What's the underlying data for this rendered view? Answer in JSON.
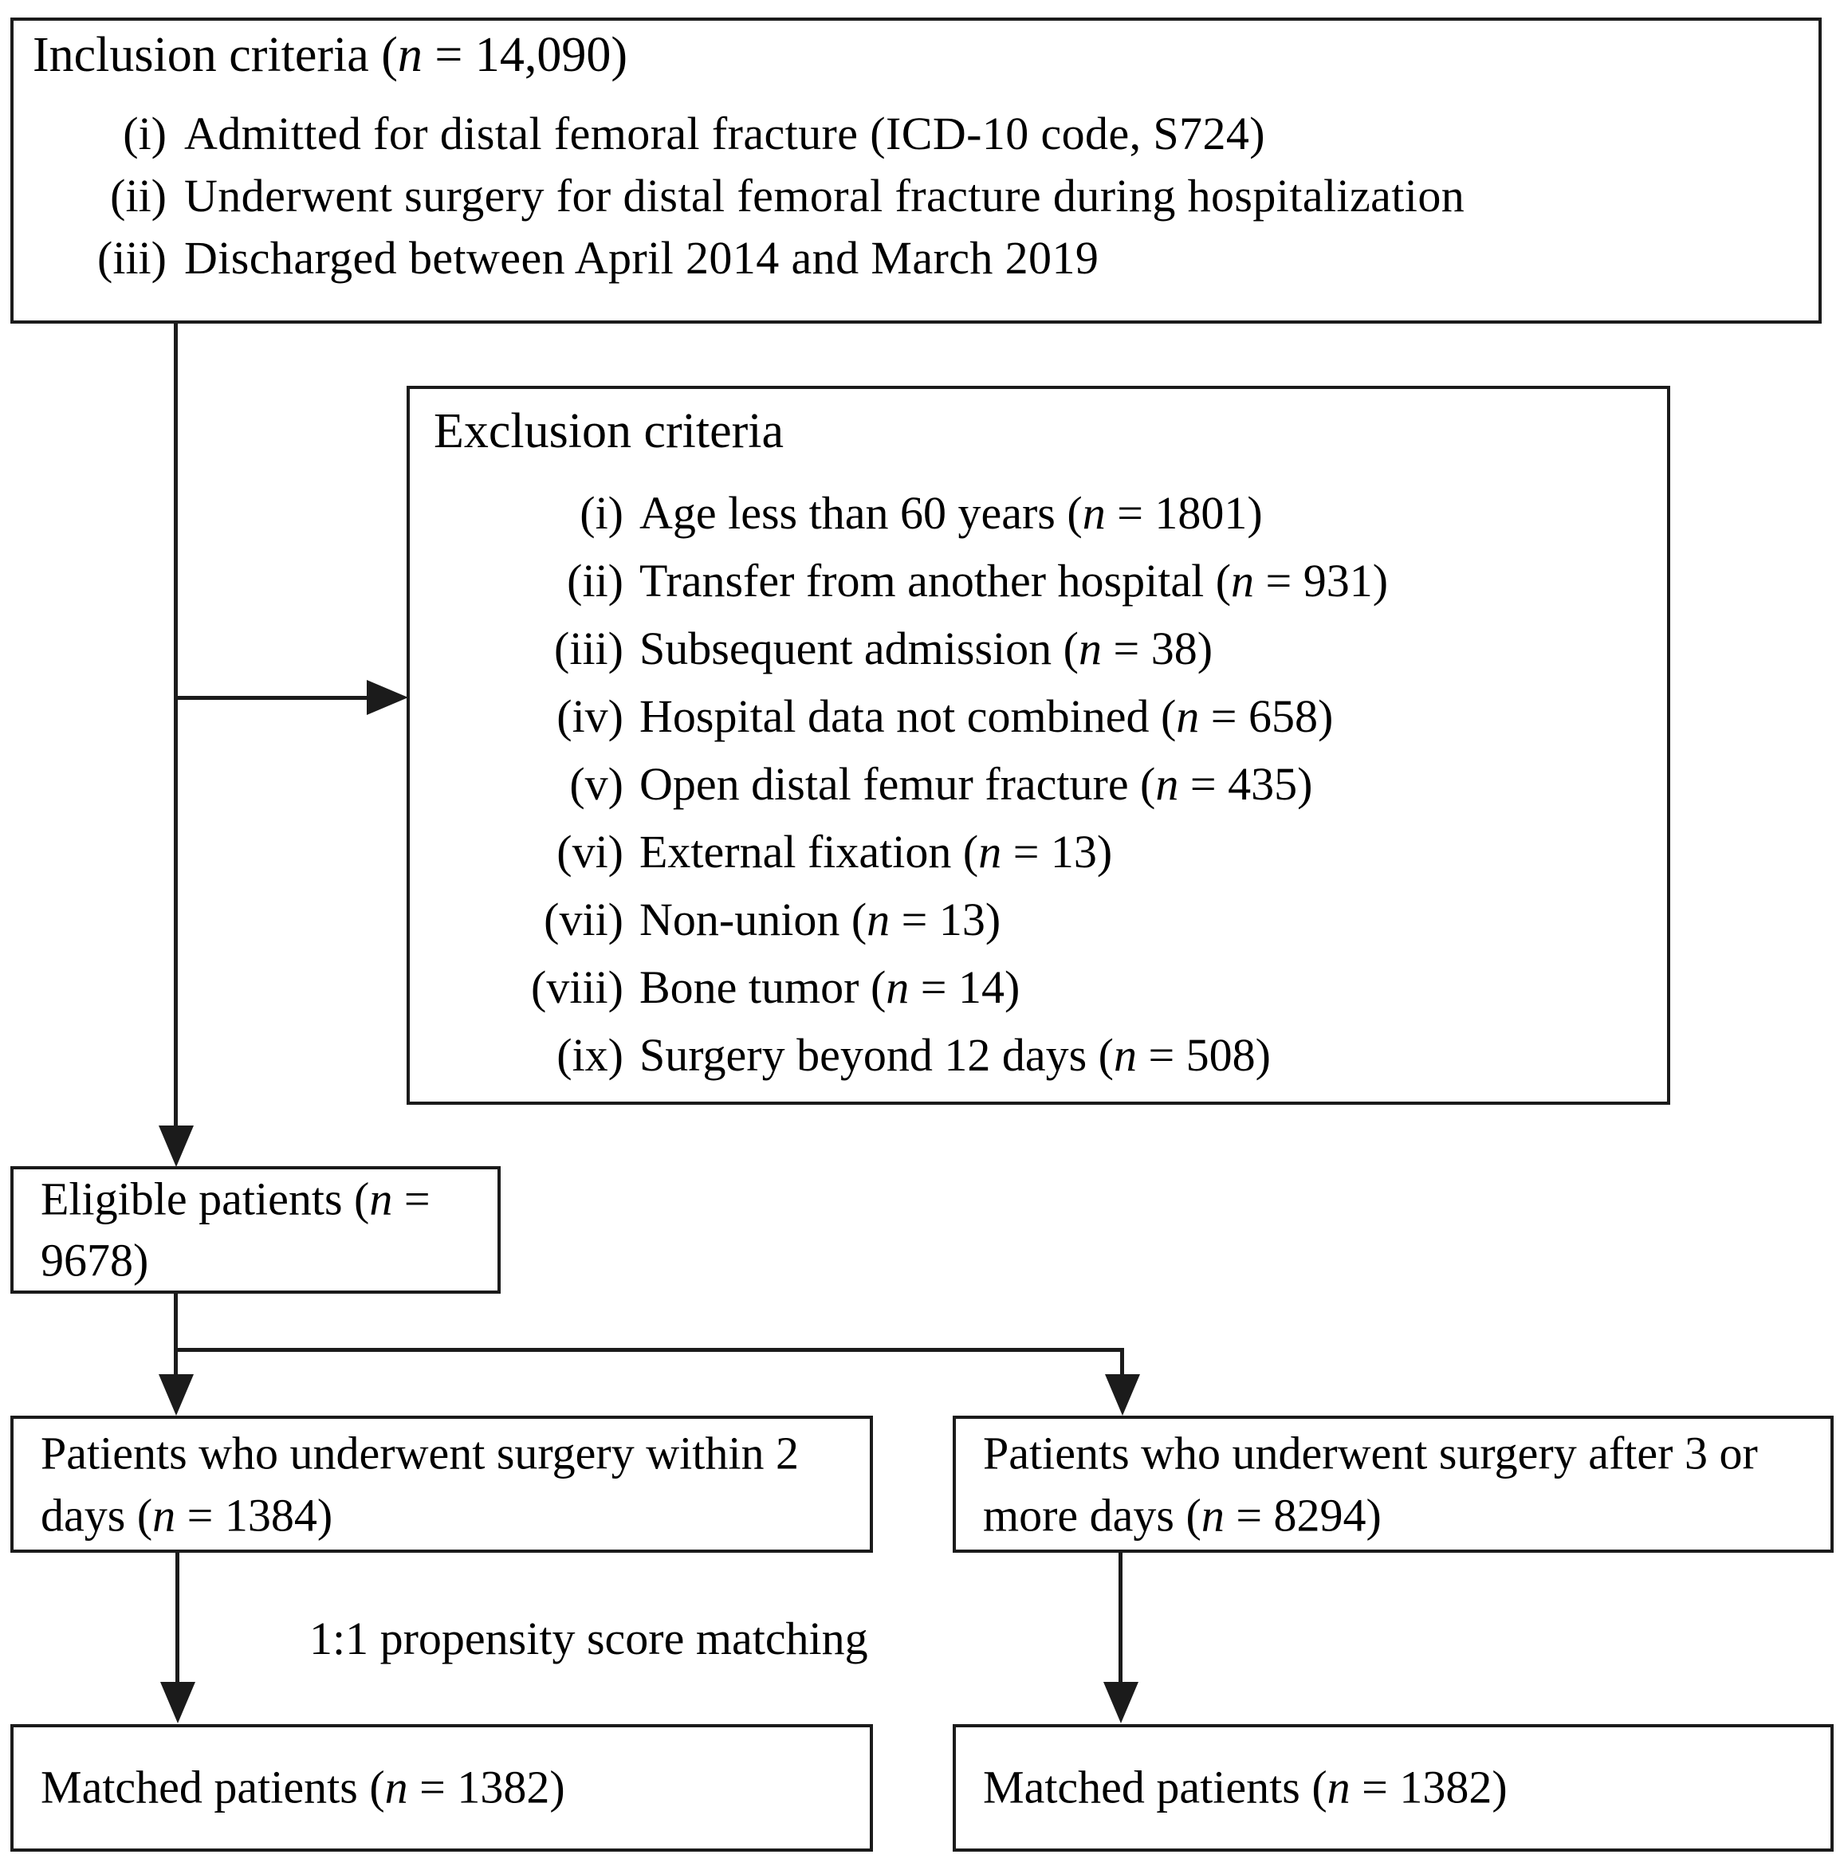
{
  "flowchart": {
    "type": "participant-flow-diagram",
    "inclusion": {
      "title": "Inclusion criteria (n = 14,090)",
      "n": 14090,
      "items": [
        {
          "num": "(i)",
          "text": "Admitted for distal femoral fracture (ICD-10 code, S724)"
        },
        {
          "num": "(ii)",
          "text": "Underwent surgery for distal femoral fracture during hospitalization"
        },
        {
          "num": "(iii)",
          "text": "Discharged between April 2014 and March 2019"
        }
      ]
    },
    "exclusion": {
      "title": "Exclusion criteria",
      "items": [
        {
          "num": "(i)",
          "text": "Age less than 60 years (n = 1801)",
          "n": 1801
        },
        {
          "num": "(ii)",
          "text": "Transfer from another hospital (n = 931)",
          "n": 931
        },
        {
          "num": "(iii)",
          "text": "Subsequent admission (n = 38)",
          "n": 38
        },
        {
          "num": "(iv)",
          "text": "Hospital data not combined (n = 658)",
          "n": 658
        },
        {
          "num": "(v)",
          "text": "Open distal femur fracture (n = 435)",
          "n": 435
        },
        {
          "num": "(vi)",
          "text": "External fixation (n = 13)",
          "n": 13
        },
        {
          "num": "(vii)",
          "text": "Non-union (n = 13)",
          "n": 13
        },
        {
          "num": "(viii)",
          "text": "Bone tumor (n = 14)",
          "n": 14
        },
        {
          "num": "(ix)",
          "text": "Surgery beyond 12 days (n = 508)",
          "n": 508
        }
      ]
    },
    "eligible": {
      "label": "Eligible patients (n = 9678)",
      "n": 9678
    },
    "groups": [
      {
        "label": "Patients who underwent surgery within 2 days (n = 1384)",
        "n": 1384
      },
      {
        "label": "Patients who underwent surgery after 3 or more days (n = 8294)",
        "n": 8294
      }
    ],
    "matching_label": "1:1 propensity score matching",
    "matched": [
      {
        "label": "Matched patients (n = 1382)",
        "n": 1382
      },
      {
        "label": "Matched patients (n = 1382)",
        "n": 1382
      }
    ],
    "colors": {
      "line": "#1b1b1b",
      "text": "#000000",
      "background": "#ffffff"
    }
  }
}
